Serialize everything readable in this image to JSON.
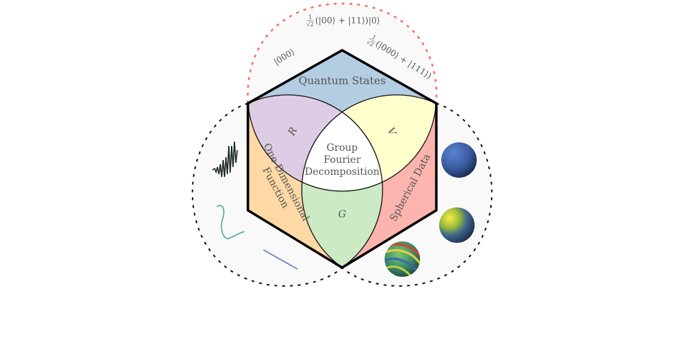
{
  "regions": {
    "top": "Quantum States",
    "left": [
      "One-Dimensional",
      "Function"
    ],
    "right": "Spherical Data",
    "center": [
      "Group",
      "Fourier",
      "Decomposition"
    ],
    "purple": "R",
    "yellow": "V",
    "green": "G"
  },
  "quantum_labels": {
    "ket_left": "|000⟩",
    "frac_num": "1",
    "frac_den": "√2",
    "top_rest": "(|00⟩ + |11⟩)|0⟩",
    "right_rest": "(|000⟩ + |111⟩)"
  },
  "colors": {
    "quantum": "#b3cde3",
    "one_dim": "#fed9a6",
    "spherical": "#fbb4ae",
    "r": "#decbe4",
    "v": "#ffffcc",
    "g": "#ccebc5",
    "red_dash": "#f4735e"
  }
}
